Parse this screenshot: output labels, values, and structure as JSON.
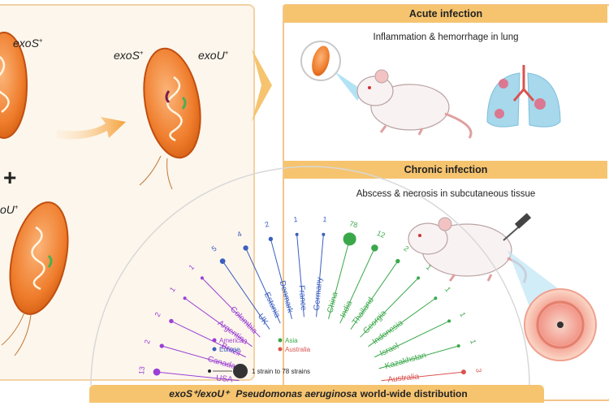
{
  "left_panel": {
    "gene_exoS_a": "exoS",
    "gene_exoS_b": "exoS",
    "gene_exoU_a": "exoU",
    "gene_exoU_b": "oU",
    "sup_plus": "+",
    "plus_sign": "+"
  },
  "acute": {
    "title": "Acute infection",
    "caption": "Inflammation & hemorrhage in lung"
  },
  "chronic": {
    "title": "Chronic infection",
    "caption": "Abscess & necrosis in subcutaneous tissue"
  },
  "distribution": {
    "title_gene": "exoS⁺/exoU⁺",
    "title_species": "Pseudomonas aeruginosa",
    "title_rest": "world-wide distribution",
    "legend": {
      "america": "America",
      "europe": "Europe",
      "asia": "Asia",
      "australia": "Australia",
      "scale": "1 strain to 78 strains"
    },
    "colors": {
      "america": "#9b3fd6",
      "europe": "#3b5fbf",
      "asia": "#3aa84a",
      "australia": "#d9534f"
    },
    "countries": [
      {
        "name": "USA",
        "count": "13",
        "region": "america"
      },
      {
        "name": "Canada",
        "count": "2",
        "region": "america"
      },
      {
        "name": "Brazil",
        "count": "2",
        "region": "america"
      },
      {
        "name": "Argentina",
        "count": "1",
        "region": "america"
      },
      {
        "name": "Colombia",
        "count": "1",
        "region": "america"
      },
      {
        "name": "UK",
        "count": "5",
        "region": "europe"
      },
      {
        "name": "Estonia",
        "count": "4",
        "region": "europe"
      },
      {
        "name": "Denmark",
        "count": "2",
        "region": "europe"
      },
      {
        "name": "France",
        "count": "1",
        "region": "europe"
      },
      {
        "name": "Germany",
        "count": "1",
        "region": "europe"
      },
      {
        "name": "China",
        "count": "78",
        "region": "asia"
      },
      {
        "name": "India",
        "count": "12",
        "region": "asia"
      },
      {
        "name": "Thailand",
        "count": "2",
        "region": "asia"
      },
      {
        "name": "Georgia",
        "count": "1",
        "region": "asia"
      },
      {
        "name": "Indonesia",
        "count": "1",
        "region": "asia"
      },
      {
        "name": "Israel",
        "count": "1",
        "region": "asia"
      },
      {
        "name": "Kazakhstan",
        "count": "1",
        "region": "asia"
      },
      {
        "name": "Australia",
        "count": "3",
        "region": "australia"
      }
    ]
  }
}
